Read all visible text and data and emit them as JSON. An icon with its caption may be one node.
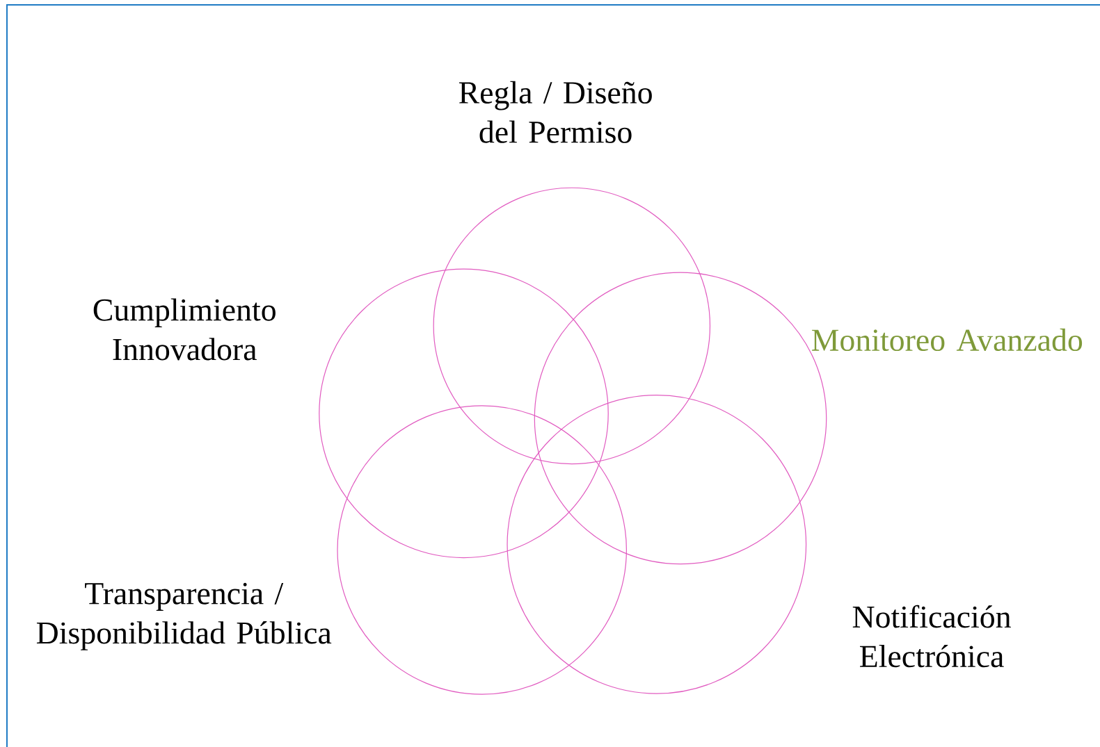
{
  "diagram": {
    "nodes": [
      {
        "text": [],
        "shape": "circle",
        "beside": [
          "Regla / Diseño del Permiso"
        ]
      },
      {
        "text": [],
        "shape": "circle",
        "beside": [
          "Cumplimiento Innovadora"
        ]
      },
      {
        "text": [],
        "shape": "circle",
        "beside": [
          "Monitoreo Avanzado"
        ]
      },
      {
        "text": [],
        "shape": "circle",
        "beside": [
          "Transparencia / Disponibilidad Pública"
        ]
      },
      {
        "text": [],
        "shape": "circle",
        "beside": [
          "Notificación Electrónica"
        ]
      }
    ]
  }
}
